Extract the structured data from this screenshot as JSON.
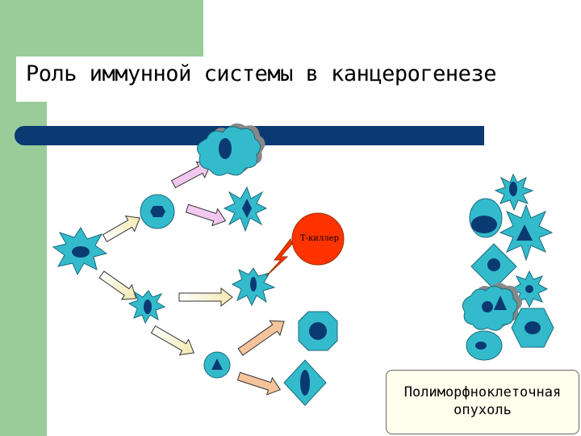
{
  "slide": {
    "title": "Роль иммунной системы в канцерогенезе",
    "tkiller_label": "Т-киллер",
    "tumor_label_line1": "Полиморфноклеточная",
    "tumor_label_line2": "опухоль"
  },
  "colors": {
    "cell_fill": "#33bbcc",
    "cell_stroke": "#1a6b7a",
    "nucleus": "#0b3a73",
    "bar": "#0b3a73",
    "background_green": "#99cc99",
    "tkiller": "#ff3300",
    "tumor_box": "#ffffee"
  }
}
